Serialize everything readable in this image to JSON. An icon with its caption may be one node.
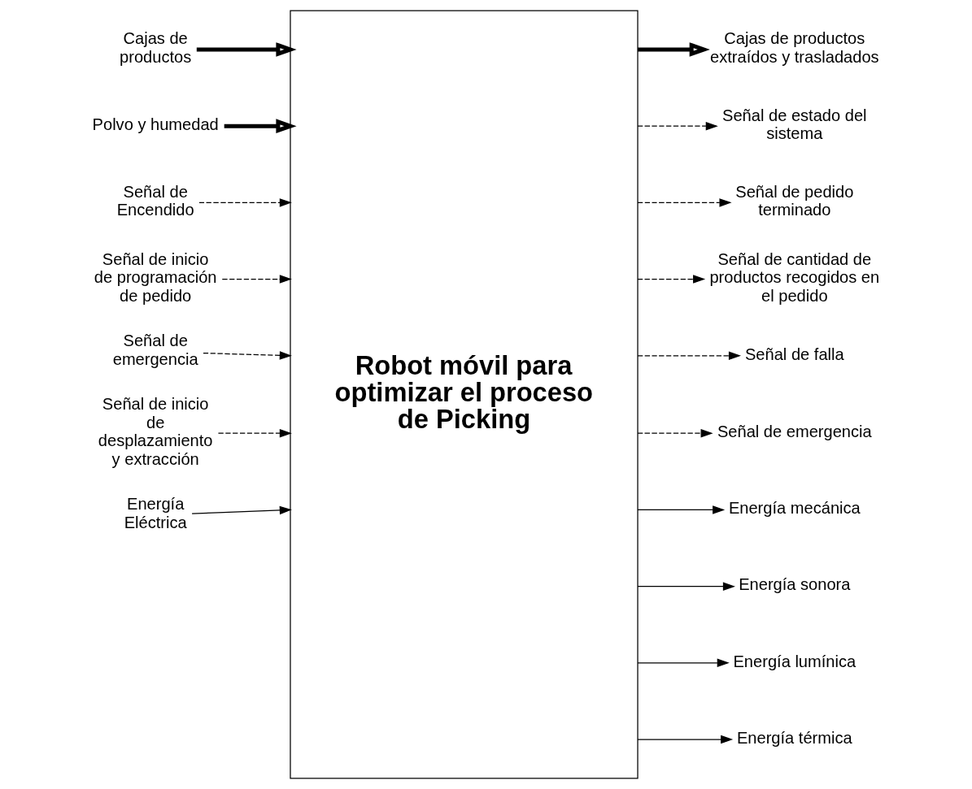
{
  "diagram": {
    "nodes": [
      {
        "text": [
          "Robot móvil para optimizar el proceso de Picking"
        ]
      },
      {
        "text": [
          "Cajas de productos"
        ]
      },
      {
        "text": [
          "Polvo y humedad"
        ]
      },
      {
        "text": [
          "Señal de Encendido"
        ]
      },
      {
        "text": [
          "Señal de inicio de programación de pedido"
        ]
      },
      {
        "text": [
          "Señal de emergencia"
        ]
      },
      {
        "text": [
          "Señal de inicio de desplazamiento y extracción"
        ]
      },
      {
        "text": [
          "Energía Eléctrica"
        ]
      },
      {
        "text": [
          "Cajas de productos extraídos y trasladados"
        ]
      },
      {
        "text": [
          "Señal de estado del sistema"
        ]
      },
      {
        "text": [
          "Señal de pedido terminado"
        ]
      },
      {
        "text": [
          "Señal de cantidad de productos recogidos en el pedido"
        ]
      },
      {
        "text": [
          "Señal de falla"
        ]
      },
      {
        "text": [
          "Señal de emergencia"
        ]
      },
      {
        "text": [
          "Energía mecánica"
        ]
      },
      {
        "text": [
          "Energía sonora"
        ]
      },
      {
        "text": [
          "Energía lumínica"
        ]
      },
      {
        "text": [
          "Energía térmica"
        ]
      }
    ],
    "edges": [
      {
        "from": 1,
        "to": 0,
        "arrow": "to",
        "style": "thick"
      },
      {
        "from": 2,
        "to": 0,
        "arrow": "to",
        "style": "thick"
      },
      {
        "from": 3,
        "to": 0,
        "arrow": "to",
        "style": "dashed"
      },
      {
        "from": 4,
        "to": 0,
        "arrow": "to",
        "style": "dashed"
      },
      {
        "from": 5,
        "to": 0,
        "arrow": "to",
        "style": "dashed"
      },
      {
        "from": 6,
        "to": 0,
        "arrow": "to",
        "style": "dashed"
      },
      {
        "from": 7,
        "to": 0,
        "arrow": "to"
      },
      {
        "from": 0,
        "to": 8,
        "arrow": "to",
        "style": "thick"
      },
      {
        "from": 0,
        "to": 9,
        "arrow": "to",
        "style": "dashed"
      },
      {
        "from": 0,
        "to": 10,
        "arrow": "to",
        "style": "dashed"
      },
      {
        "from": 0,
        "to": 11,
        "arrow": "to",
        "style": "dashed"
      },
      {
        "from": 0,
        "to": 12,
        "arrow": "to",
        "style": "dashed"
      },
      {
        "from": 0,
        "to": 13,
        "arrow": "to",
        "style": "dashed"
      },
      {
        "from": 0,
        "to": 14,
        "arrow": "to"
      },
      {
        "from": 0,
        "to": 15,
        "arrow": "to"
      },
      {
        "from": 0,
        "to": 16,
        "arrow": "to"
      },
      {
        "from": 0,
        "to": 17,
        "arrow": "to"
      }
    ]
  }
}
